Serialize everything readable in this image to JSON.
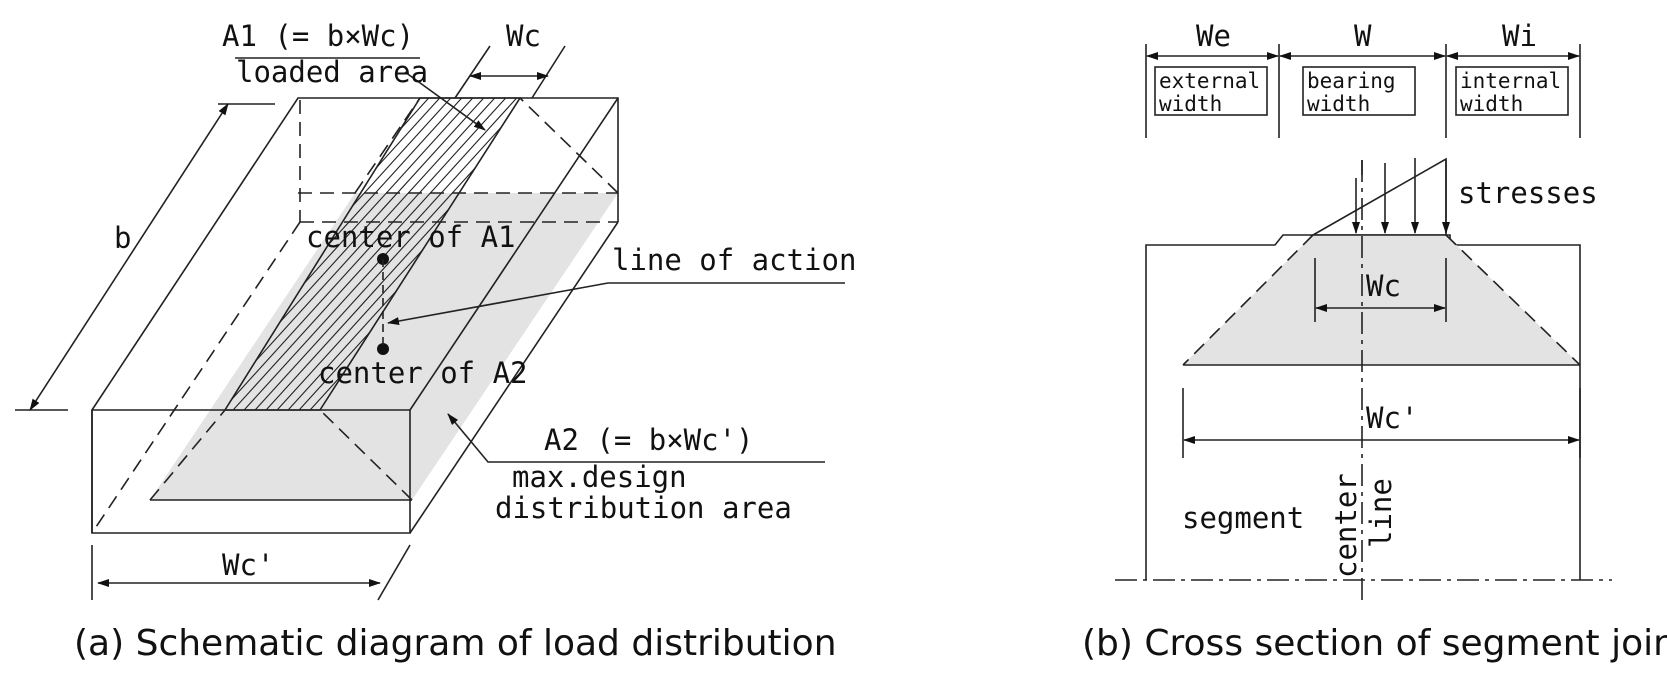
{
  "panel_a": {
    "label_a1": "A1 (= b×Wc)",
    "label_loaded_area": "loaded area",
    "label_wc": "Wc",
    "label_b": "b",
    "label_center_a1": "center of A1",
    "label_line_of_action": "line of action",
    "label_center_a2": "center of A2",
    "label_a2": "A2 (= b×Wc')",
    "label_max_design": "max.design",
    "label_distribution_area": "distribution area",
    "label_wc_prime": "Wc'",
    "caption": "(a) Schematic diagram of load distribution"
  },
  "panel_b": {
    "label_we": "We",
    "label_w": "W",
    "label_wi": "Wi",
    "box_external_line1": "external",
    "box_external_line2": "width",
    "box_bearing_line1": "bearing",
    "box_bearing_line2": "width",
    "box_internal_line1": "internal",
    "box_internal_line2": "width",
    "label_stresses": "stresses",
    "label_wc": "Wc",
    "label_wc_prime": "Wc'",
    "label_segment": "segment",
    "label_center": "center",
    "label_line": "line",
    "caption": "(b) Cross section of segment joint"
  }
}
